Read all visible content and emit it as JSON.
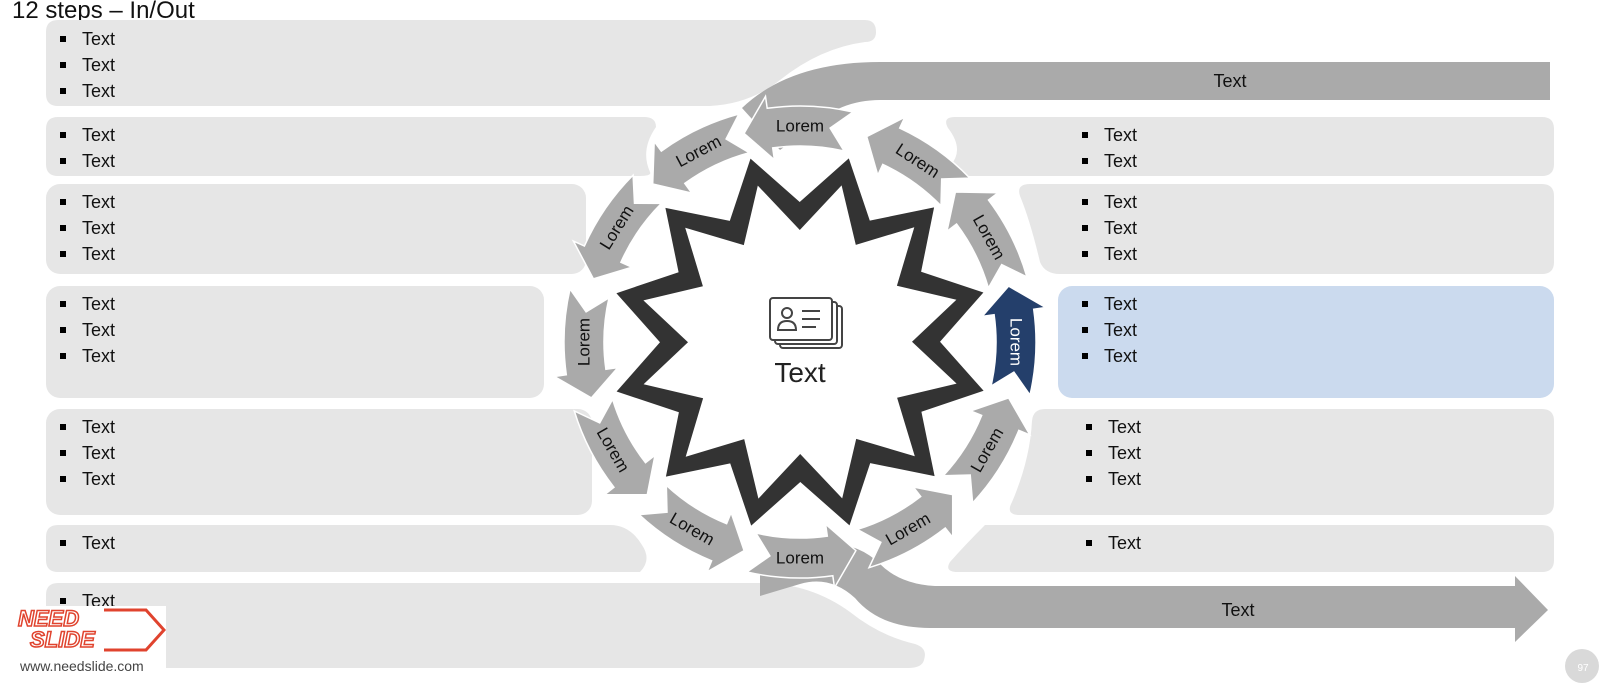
{
  "title": "12 steps – In/Out",
  "center_label": "Text",
  "center_icon": "contact-card-icon",
  "colors": {
    "panel": "#e6e6e6",
    "panel_highlight": "#cbdaee",
    "arrow": "#aaaaaa",
    "arrow_highlight": "#243f6b",
    "star": "#333333"
  },
  "input_label": "Text",
  "output_label": "Text",
  "steps": [
    {
      "label": "Lorem"
    },
    {
      "label": "Lorem"
    },
    {
      "label": "Lorem"
    },
    {
      "label": "Lorem"
    },
    {
      "label": "Lorem"
    },
    {
      "label": "Lorem"
    },
    {
      "label": "Lorem"
    },
    {
      "label": "Lorem"
    },
    {
      "label": "Lorem"
    },
    {
      "label": "Lorem"
    },
    {
      "label": "Lorem"
    },
    {
      "label": "Lorem"
    }
  ],
  "left_panels": [
    {
      "items": [
        "Text",
        "Text",
        "Text"
      ]
    },
    {
      "items": [
        "Text",
        "Text"
      ]
    },
    {
      "items": [
        "Text",
        "Text",
        "Text"
      ]
    },
    {
      "items": [
        "Text",
        "Text",
        "Text"
      ]
    },
    {
      "items": [
        "Text",
        "Text",
        "Text"
      ]
    },
    {
      "items": [
        "Text"
      ]
    },
    {
      "items": [
        "Text"
      ]
    }
  ],
  "right_panels": [
    {
      "items": [
        "Text",
        "Text"
      ]
    },
    {
      "items": [
        "Text",
        "Text",
        "Text"
      ]
    },
    {
      "items": [
        "Text",
        "Text",
        "Text"
      ]
    },
    {
      "items": [
        "Text",
        "Text",
        "Text"
      ]
    },
    {
      "items": [
        "Text"
      ]
    }
  ],
  "logo": {
    "line1": "NEED",
    "line2": "SLIDE",
    "url": "www.needslide.com"
  },
  "page_number": "97"
}
